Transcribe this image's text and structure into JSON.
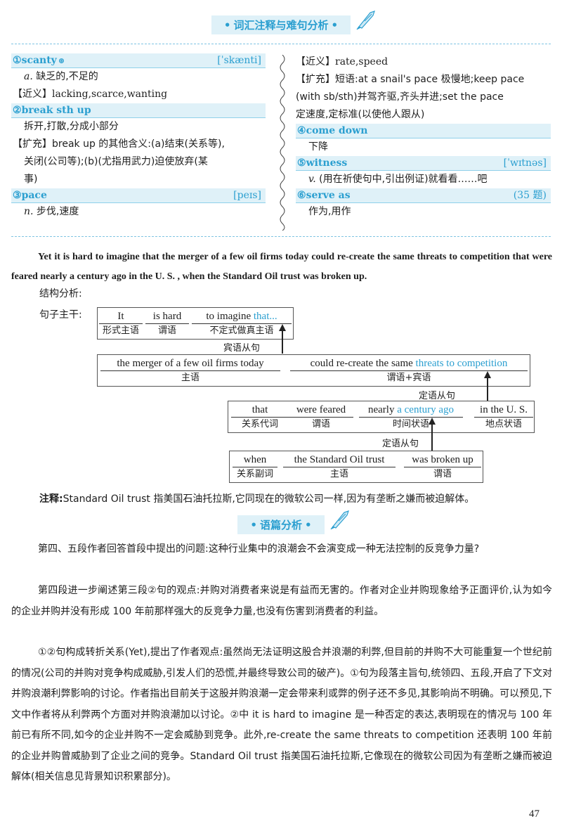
{
  "section1_title": "词汇注释与难句分析",
  "section2_title": "语篇分析",
  "vocab": {
    "left": [
      {
        "num": "①",
        "term": "scanty",
        "ipa": "ˈskænti",
        "lines": [
          {
            "label": "a.",
            "text": " 缺乏的,不足的"
          },
          {
            "label": "【近义】",
            "text": "lacking,scarce,wanting"
          }
        ]
      },
      {
        "num": "②",
        "term": "break sth up",
        "ipa": "",
        "lines": [
          {
            "label": "",
            "text": "拆开,打散,分成小部分"
          },
          {
            "label": "【扩充】",
            "text": "break up 的其他含义:(a)结束(关系等),"
          },
          {
            "label": "",
            "text": "关闭(公司等);(b)(尤指用武力)迫使放弃(某"
          },
          {
            "label": "",
            "text": "事)"
          }
        ]
      },
      {
        "num": "③",
        "term": "pace",
        "ipa": "peɪs",
        "lines": [
          {
            "label": "n.",
            "text": " 步伐,速度"
          }
        ]
      }
    ],
    "right_top": [
      {
        "label": "【近义】",
        "text": "rate,speed"
      },
      {
        "label": "【扩充】",
        "text": "短语:at a snail's pace 极慢地;keep pace"
      },
      {
        "label": "",
        "text": "(with sb/sth)并驾齐驱,齐头并进;set the pace"
      },
      {
        "label": "",
        "text": "定速度,定标准(以使他人跟从)"
      }
    ],
    "right": [
      {
        "num": "④",
        "term": "come down",
        "ipa": "",
        "lines": [
          {
            "label": "",
            "text": "下降"
          }
        ]
      },
      {
        "num": "⑤",
        "term": "witness",
        "ipa": "ˈwɪtnəs",
        "lines": [
          {
            "label": "v.",
            "text": " (用在祈使句中,引出例证)就看看……吧"
          }
        ]
      },
      {
        "num": "⑥",
        "term": "serve as",
        "ipa": "",
        "tag": "(35 题)",
        "lines": [
          {
            "label": "",
            "text": "作为,用作"
          }
        ]
      }
    ]
  },
  "difficult_sentence": "Yet it is hard to imagine that the merger of a few oil firms today could re-create the same threats to competition that were feared nearly a century ago in the U. S. , when the Standard Oil trust was broken up.",
  "structure_label": "结构分析:",
  "trunk_label": "句子主干:",
  "diagram": {
    "row1": [
      {
        "w": "It",
        "r": "形式主语"
      },
      {
        "w": "is hard",
        "r": "谓语"
      },
      {
        "w": "to imagine ",
        "wb": "that...",
        "r": "不定式做真主语"
      }
    ],
    "clause1": "宾语从句",
    "row2": [
      {
        "w": "the merger of a few oil firms today",
        "r": "主语"
      },
      {
        "w": "could re-create the same ",
        "wb": "threats to competition",
        "r": "谓语+宾语"
      }
    ],
    "clause2": "定语从句",
    "row3": [
      {
        "w": "that",
        "r": "关系代词"
      },
      {
        "w": "were feared",
        "r": "谓语"
      },
      {
        "w": "nearly ",
        "wb": "a century ago",
        "r": "时间状语"
      },
      {
        "w": "in the U. S.",
        "r": "地点状语"
      }
    ],
    "clause3": "定语从句",
    "row4": [
      {
        "w": "when",
        "r": "关系副词"
      },
      {
        "w": "the Standard Oil trust",
        "r": "主语"
      },
      {
        "w": "was broken up",
        "r": "谓语"
      }
    ]
  },
  "note_label": "注释:",
  "note_text": "Standard Oil trust 指美国石油托拉斯,它同现在的微软公司一样,因为有垄断之嫌而被迫解体。",
  "paragraphs": [
    "第四、五段作者回答首段中提出的问题:这种行业集中的浪潮会不会演变成一种无法控制的反竞争力量?",
    "第四段进一步阐述第三段②句的观点:并购对消费者来说是有益而无害的。作者对企业并购现象给予正面评价,认为如今的企业并购并没有形成 100 年前那样强大的反竞争力量,也没有伤害到消费者的利益。",
    "①②句构成转折关系(Yet),提出了作者观点:虽然尚无法证明这股合并浪潮的利弊,但目前的并购不大可能重复一个世纪前的情况(公司的并购对竞争构成威胁,引发人们的恐慌,并最终导致公司的破产)。①句为段落主旨句,统领四、五段,开启了下文对并购浪潮利弊影响的讨论。作者指出目前关于这股并购浪潮一定会带来利或弊的例子还不多见,其影响尚不明确。可以预见,下文中作者将从利弊两个方面对并购浪潮加以讨论。②中 it is hard to imagine 是一种否定的表达,表明现在的情况与 100 年前已有所不同,如今的企业并购不一定会威胁到竞争。此外,re-create the same threats to competition 还表明 100 年前的企业并购曾威胁到了企业之间的竞争。Standard Oil trust 指美国石油托拉斯,它像现在的微软公司因为有垄断之嫌而被迫解体(相关信息见背景知识积累部分)。"
  ],
  "page_number": "47",
  "colors": {
    "accent": "#2b9fd0",
    "band": "#dff1f8"
  }
}
